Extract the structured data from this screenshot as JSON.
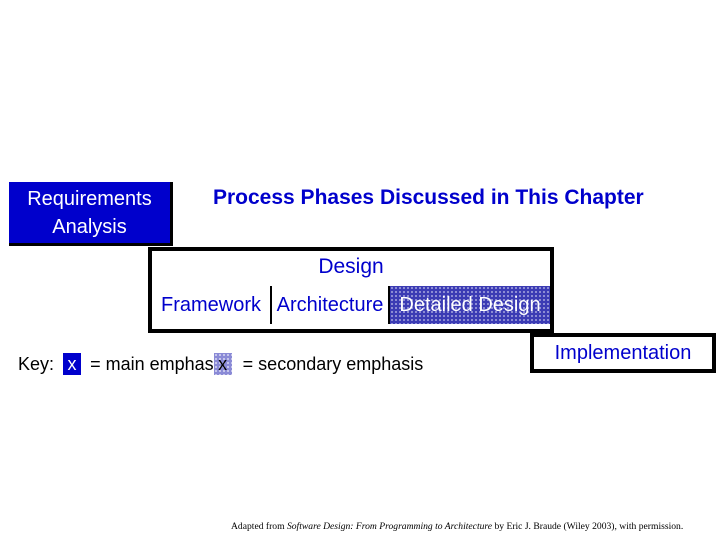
{
  "requirements": {
    "line1": "Requirements",
    "line2": "Analysis"
  },
  "title": "Process Phases Discussed in This Chapter",
  "design": {
    "label": "Design",
    "cells": {
      "framework": "Framework",
      "architecture": "Architecture",
      "detailed": "Detailed Design"
    }
  },
  "implementation": "Implementation",
  "key": {
    "prefix": "Key:",
    "main_swatch": "x",
    "main_text": "= main emphasis",
    "secondary_swatch": "x",
    "secondary_text": "= secondary emphasis"
  },
  "credit": {
    "pre": "Adapted from ",
    "book": "Software Design: From Programming to Architecture",
    "post": " by Eric J. Braude (Wiley 2003), with permission."
  },
  "colors": {
    "main_emphasis": "#0000cc",
    "secondary_emphasis": "#8a8ad6",
    "text_blue": "#0000cc"
  }
}
